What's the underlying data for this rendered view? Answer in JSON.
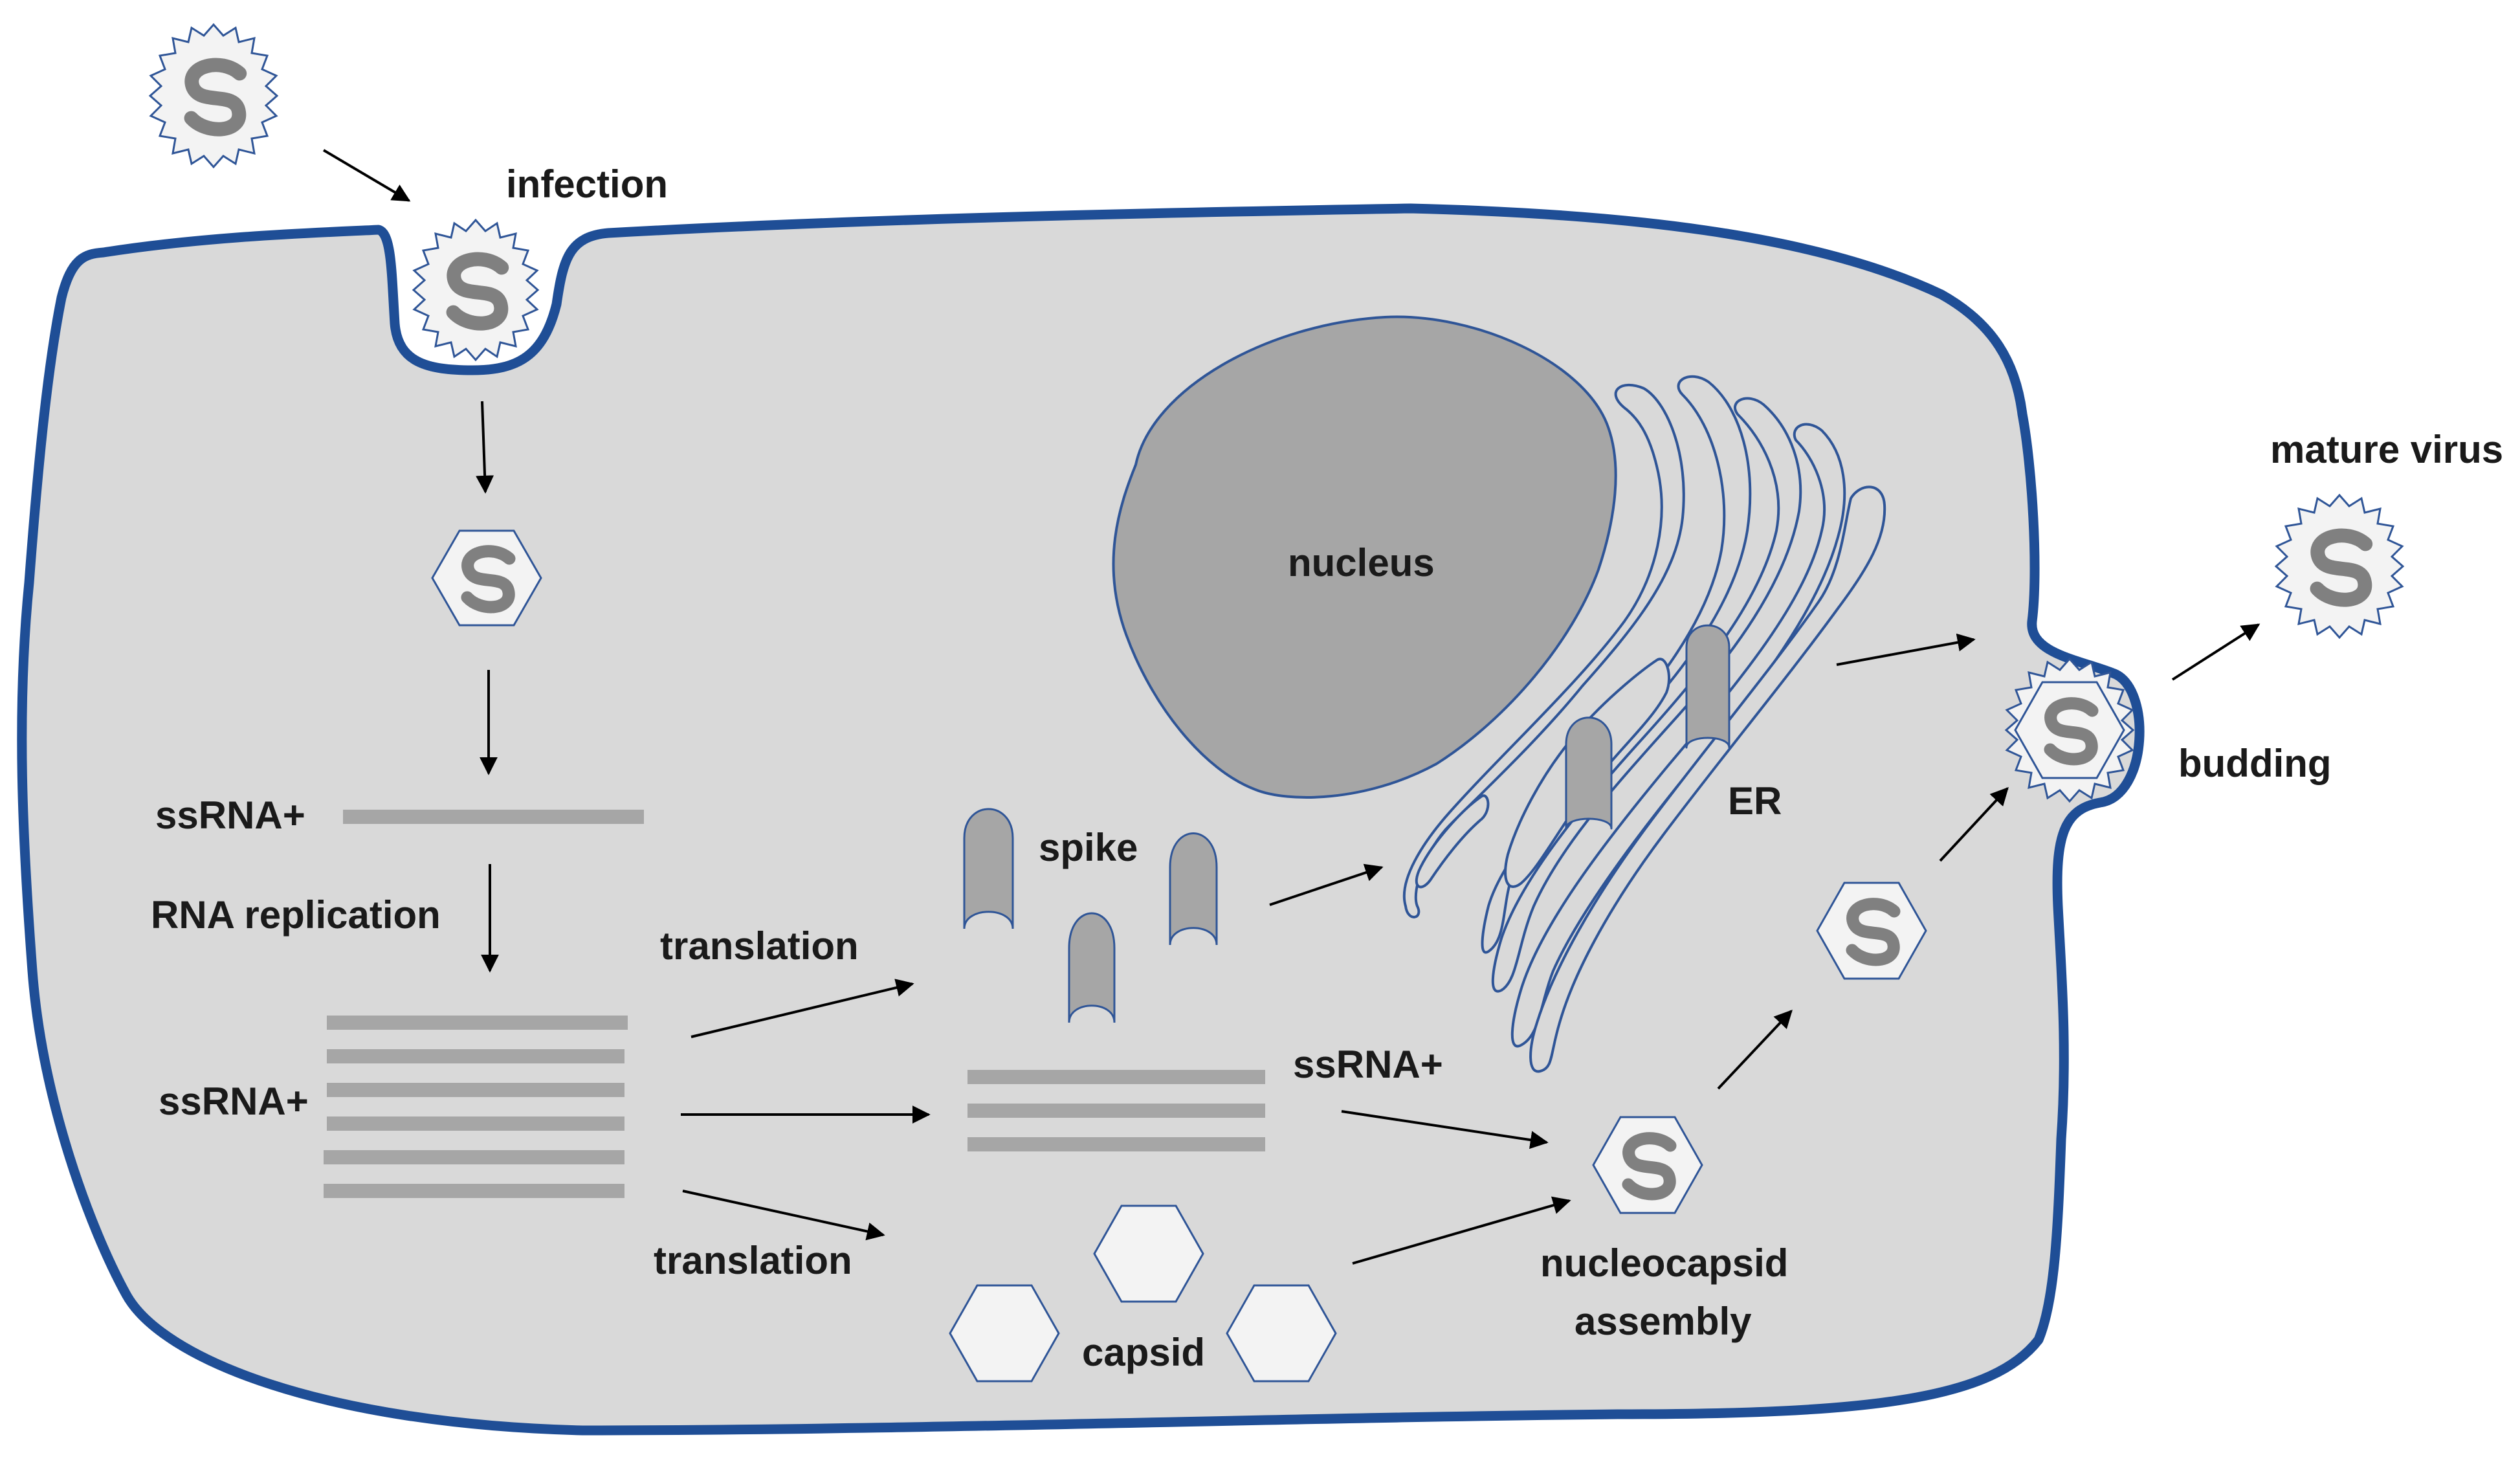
{
  "labels": {
    "infection": "infection",
    "mature_virus": "mature virus",
    "budding": "budding",
    "nucleus": "nucleus",
    "er": "ER",
    "spike": "spike",
    "ssrna_top": "ssRNA+",
    "rna_replication": "RNA replication",
    "ssrna_left": "ssRNA+",
    "translation_top": "translation",
    "translation_bottom": "translation",
    "ssrna_middle": "ssRNA+",
    "capsid": "capsid",
    "nucleocapsid_assembly_line1": "nucleocapsid",
    "nucleocapsid_assembly_line2": "assembly"
  },
  "colors": {
    "cell_fill": "#d9d9d9",
    "membrane": "#1f4e96",
    "organelle_outline": "#2f5597",
    "nucleus_fill": "#a6a6a6",
    "rna_strand": "#a6a6a6",
    "genome": "#808080",
    "particle_fill": "#f3f3f3",
    "text": "#1a1a1a"
  }
}
